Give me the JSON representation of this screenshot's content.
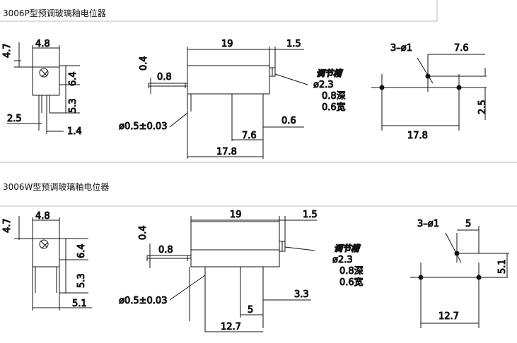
{
  "p": {
    "title": "3006P型预调玻璃釉电位器",
    "side": {
      "h1": "4.7",
      "w1": "4.8",
      "h2": "6.4",
      "h3": "5.3",
      "w2": "2.5",
      "w3": "1.4"
    },
    "front": {
      "d_h": "0.4",
      "d_w": "0.8",
      "len": "19",
      "tip": "1.5",
      "pin_d": "ø0.5±0.03",
      "p1": "7.6",
      "p2": "0.6",
      "total": "17.8"
    },
    "slot": {
      "title": "调节槽",
      "dia": "ø2.3",
      "depth": "0.8深",
      "width": "0.6宽"
    },
    "layout": {
      "holes": "3–ø1",
      "s1": "7.6",
      "s2": "17.8",
      "s3": "2.5"
    }
  },
  "w": {
    "title": "3006W型预调玻璃釉电位器",
    "side": {
      "h1": "4.7",
      "w1": "4.8",
      "h2": "6.4",
      "h3": "5.3",
      "w3": "5.1"
    },
    "front": {
      "d_h": "0.4",
      "d_w": "0.8",
      "len": "19",
      "tip": "1.5",
      "pin_d": "ø0.5±0.03",
      "p1": "5",
      "p2": "3.3",
      "total": "12.7"
    },
    "slot": {
      "title": "调节槽",
      "dia": "ø2.3",
      "depth": "0.8深",
      "width": "0.6宽"
    },
    "layout": {
      "holes": "3–ø1",
      "s1": "5",
      "s2": "12.7",
      "s3": "5.1"
    }
  }
}
